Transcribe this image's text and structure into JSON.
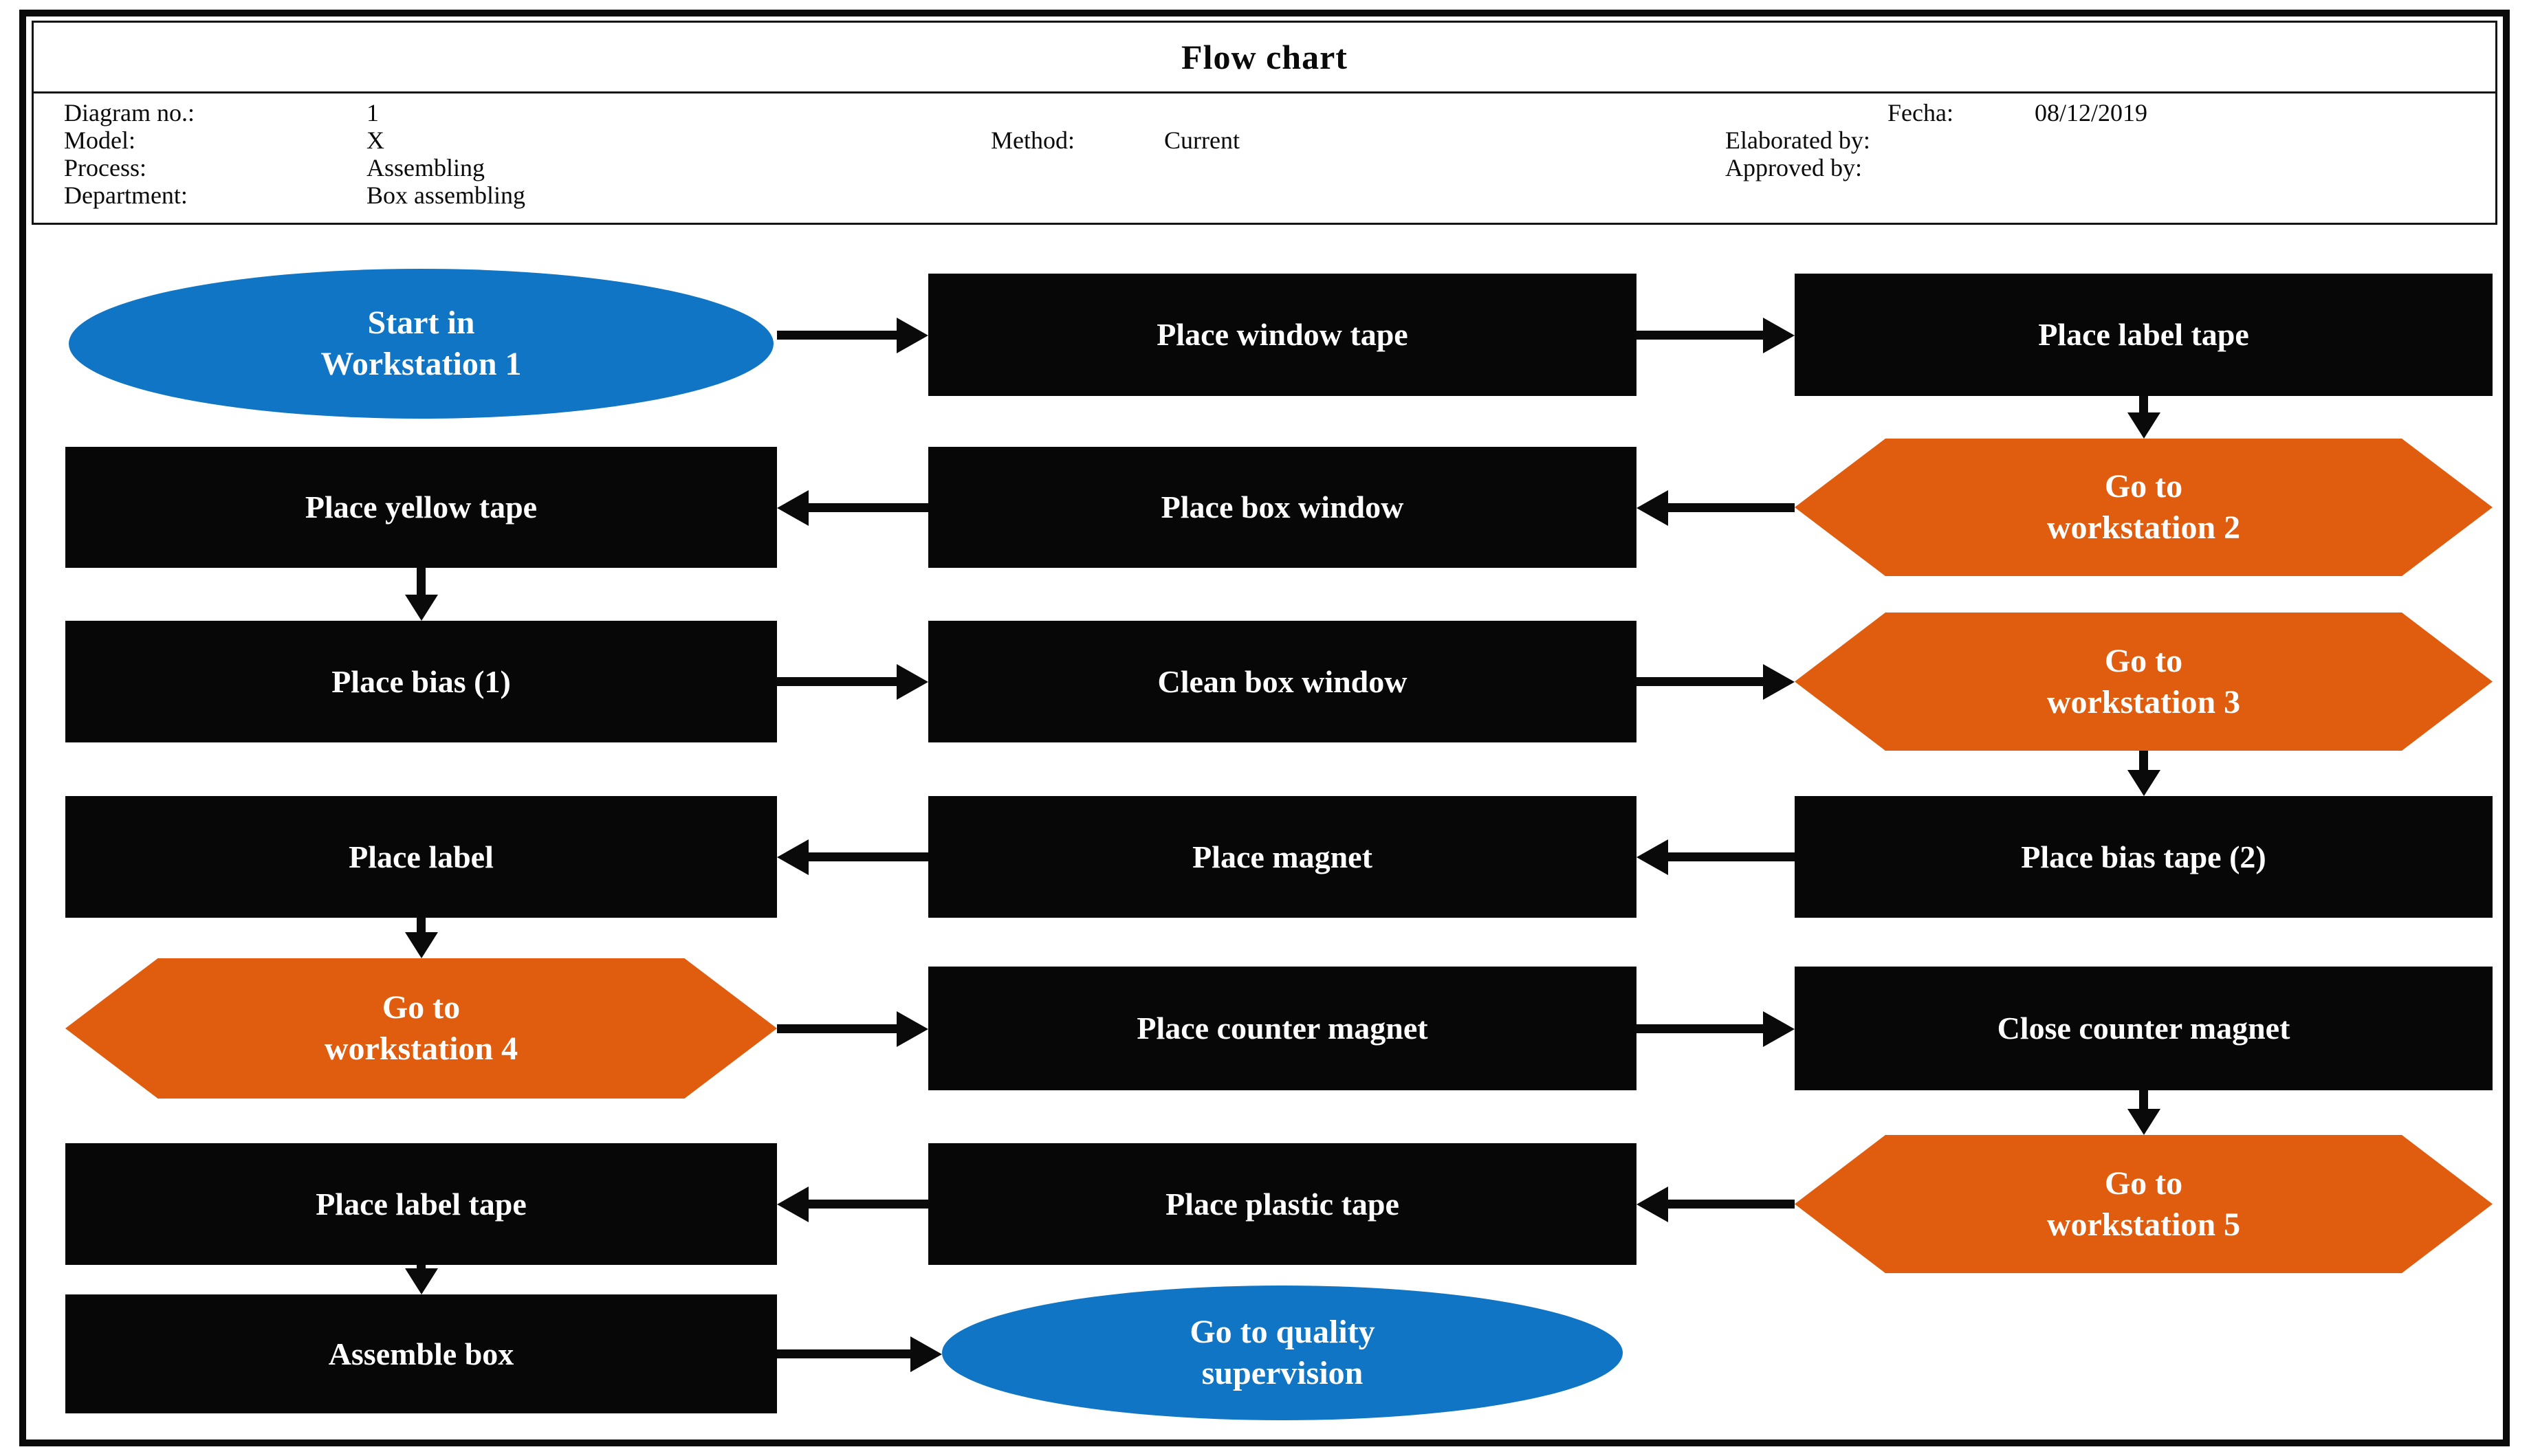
{
  "header": {
    "title": "Flow chart",
    "fields_left": [
      {
        "label": "Diagram no.:",
        "value": "1"
      },
      {
        "label": "Model:",
        "value": "X"
      },
      {
        "label": "Process:",
        "value": "Assembling"
      },
      {
        "label": "Department:",
        "value": "Box assembling"
      }
    ],
    "method_label": "Method:",
    "method_value": "Current",
    "fecha_label": "Fecha:",
    "fecha_value": "08/12/2019",
    "elaborated_label": "Elaborated by:",
    "approved_label": "Approved by:"
  },
  "flow": {
    "colors": {
      "process_box": "#070707",
      "workstation_hexagon": "#e05d0f",
      "terminal_ellipse": "#1175c5",
      "node_text": "#ffffff",
      "arrow": "#0a0a0a"
    },
    "nodes": [
      {
        "id": "start-workstation-1",
        "type": "ellipse",
        "label": "Start in\nWorkstation 1"
      },
      {
        "id": "place-window-tape",
        "type": "process",
        "label": "Place window tape"
      },
      {
        "id": "place-label-tape-1",
        "type": "process",
        "label": "Place label tape"
      },
      {
        "id": "place-yellow-tape",
        "type": "process",
        "label": "Place yellow tape"
      },
      {
        "id": "place-box-window",
        "type": "process",
        "label": "Place box window"
      },
      {
        "id": "go-to-workstation-2",
        "type": "hexagon",
        "label": "Go to\nworkstation 2"
      },
      {
        "id": "place-bias-1",
        "type": "process",
        "label": "Place bias (1)"
      },
      {
        "id": "clean-box-window",
        "type": "process",
        "label": "Clean box window"
      },
      {
        "id": "go-to-workstation-3",
        "type": "hexagon",
        "label": "Go to\nworkstation 3"
      },
      {
        "id": "place-label",
        "type": "process",
        "label": "Place label"
      },
      {
        "id": "place-magnet",
        "type": "process",
        "label": "Place magnet"
      },
      {
        "id": "place-bias-tape-2",
        "type": "process",
        "label": "Place bias tape (2)"
      },
      {
        "id": "go-to-workstation-4",
        "type": "hexagon",
        "label": "Go to\nworkstation 4"
      },
      {
        "id": "place-counter-magnet",
        "type": "process",
        "label": "Place counter magnet"
      },
      {
        "id": "close-counter-magnet",
        "type": "process",
        "label": "Close counter magnet"
      },
      {
        "id": "place-label-tape-2",
        "type": "process",
        "label": "Place label tape"
      },
      {
        "id": "place-plastic-tape",
        "type": "process",
        "label": "Place plastic tape"
      },
      {
        "id": "go-to-workstation-5",
        "type": "hexagon",
        "label": "Go to\nworkstation 5"
      },
      {
        "id": "assemble-box",
        "type": "process",
        "label": "Assemble box"
      },
      {
        "id": "go-to-quality-supervision",
        "type": "ellipse",
        "label": "Go to quality\nsupervision"
      }
    ],
    "edges": [
      {
        "from": "start-workstation-1",
        "to": "place-window-tape"
      },
      {
        "from": "place-window-tape",
        "to": "place-label-tape-1"
      },
      {
        "from": "place-label-tape-1",
        "to": "go-to-workstation-2"
      },
      {
        "from": "go-to-workstation-2",
        "to": "place-box-window"
      },
      {
        "from": "place-box-window",
        "to": "place-yellow-tape"
      },
      {
        "from": "place-yellow-tape",
        "to": "place-bias-1"
      },
      {
        "from": "place-bias-1",
        "to": "clean-box-window"
      },
      {
        "from": "clean-box-window",
        "to": "go-to-workstation-3"
      },
      {
        "from": "go-to-workstation-3",
        "to": "place-bias-tape-2"
      },
      {
        "from": "place-bias-tape-2",
        "to": "place-magnet"
      },
      {
        "from": "place-magnet",
        "to": "place-label"
      },
      {
        "from": "place-label",
        "to": "go-to-workstation-4"
      },
      {
        "from": "go-to-workstation-4",
        "to": "place-counter-magnet"
      },
      {
        "from": "place-counter-magnet",
        "to": "close-counter-magnet"
      },
      {
        "from": "close-counter-magnet",
        "to": "go-to-workstation-5"
      },
      {
        "from": "go-to-workstation-5",
        "to": "place-plastic-tape"
      },
      {
        "from": "place-plastic-tape",
        "to": "place-label-tape-2"
      },
      {
        "from": "place-label-tape-2",
        "to": "assemble-box"
      },
      {
        "from": "assemble-box",
        "to": "go-to-quality-supervision"
      }
    ]
  }
}
